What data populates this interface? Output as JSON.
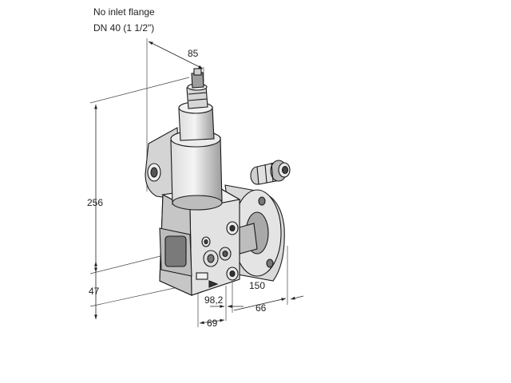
{
  "note": {
    "line1": "No inlet flange",
    "line2": "DN 40 (1 1/2\")"
  },
  "dimensions": {
    "top_width": "85",
    "height_main": "256",
    "height_base": "47",
    "depth_flange": "150",
    "offset_98": "98,2",
    "flange_width": "66",
    "base_width": "69"
  },
  "colors": {
    "line": "#222222",
    "body_light": "#e6e6e6",
    "body_mid": "#c8c8c8",
    "body_dark": "#9a9a9a"
  }
}
